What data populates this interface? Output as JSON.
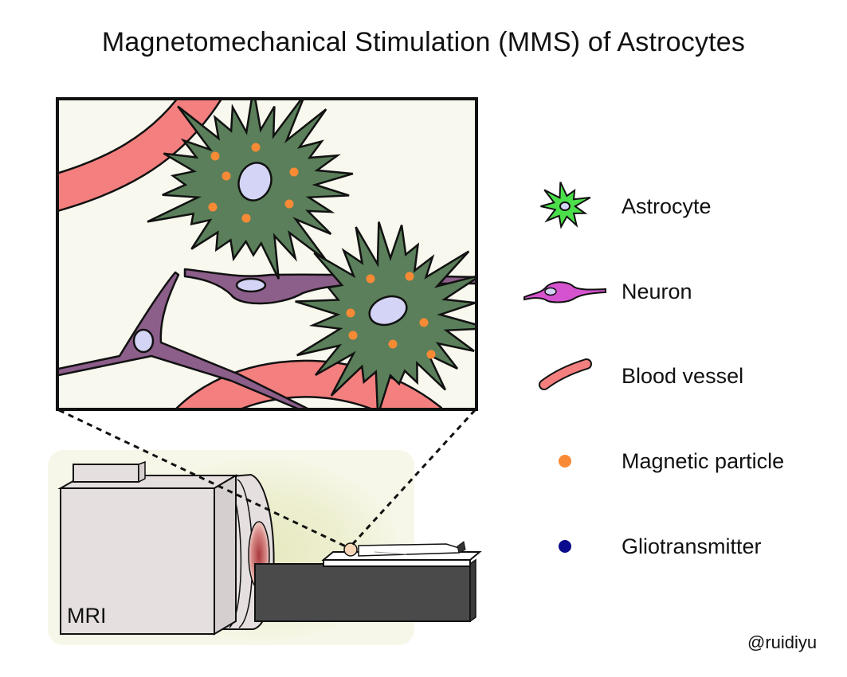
{
  "title": "Magnetomechanical Stimulation (MMS) of Astrocytes",
  "legend": [
    {
      "label": "Astrocyte",
      "icon": "astrocyte-icon"
    },
    {
      "label": "Neuron",
      "icon": "neuron-icon"
    },
    {
      "label": "Blood vessel",
      "icon": "blood-vessel-icon"
    },
    {
      "label": "Magnetic particle",
      "icon": "magnetic-particle-icon"
    },
    {
      "label": "Gliotransmitter",
      "icon": "gliotransmitter-icon"
    }
  ],
  "scanner": {
    "label": "MRI"
  },
  "credit": "@ruidiyu",
  "colors": {
    "astrocyte_body": "#5a7f5a",
    "astrocyte_legend": "#4be04b",
    "nucleus": "#d4d4f7",
    "magnetic_particle": "#f98a35",
    "gliotransmitter": "#0a0a8c",
    "neuron": "#8c5e8a",
    "neuron_legend": "#d653d0",
    "blood_vessel": "#f47f7f",
    "panel_background": "#f8f8ee",
    "field_glow": "#eceecd",
    "mri_body": "#e6dfdf",
    "patient_table": "#4a4a4a"
  }
}
